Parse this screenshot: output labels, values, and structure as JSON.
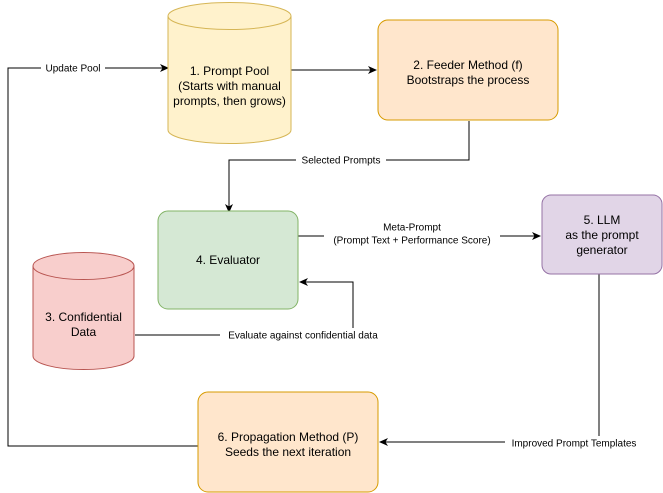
{
  "nodes": {
    "prompt_pool": {
      "lines": [
        "1. Prompt Pool",
        "(Starts with manual",
        "prompts, then grows)"
      ],
      "shape": "cylinder",
      "fill": "#fff2cc",
      "stroke": "#d6b656"
    },
    "feeder": {
      "lines": [
        "2. Feeder Method (f)",
        "Bootstraps the process"
      ],
      "shape": "rounded-rect",
      "fill": "#ffe6cc",
      "stroke": "#d79b00"
    },
    "confidential": {
      "lines": [
        "3. Confidential",
        "Data"
      ],
      "shape": "cylinder",
      "fill": "#f8cecc",
      "stroke": "#b85450"
    },
    "evaluator": {
      "lines": [
        "4. Evaluator"
      ],
      "shape": "rounded-rect",
      "fill": "#d5e8d4",
      "stroke": "#82b366"
    },
    "llm": {
      "lines": [
        "5. LLM",
        "as the prompt",
        "generator"
      ],
      "shape": "rounded-rect",
      "fill": "#e1d5e7",
      "stroke": "#9673a6"
    },
    "propagation": {
      "lines": [
        "6. Propagation Method (P)",
        "Seeds the next iteration"
      ],
      "shape": "rounded-rect",
      "fill": "#ffe6cc",
      "stroke": "#d79b00"
    }
  },
  "edges": {
    "update_pool": {
      "label": [
        "Update Pool"
      ]
    },
    "pool_to_feeder": {
      "label": []
    },
    "selected_prompts": {
      "label": [
        "Selected Prompts"
      ]
    },
    "meta_prompt": {
      "label": [
        "Meta-Prompt",
        "(Prompt Text + Performance Score)"
      ]
    },
    "evaluate_confidential": {
      "label": [
        "Evaluate against confidential data"
      ]
    },
    "improved_templates": {
      "label": [
        "Improved Prompt Templates"
      ]
    }
  }
}
